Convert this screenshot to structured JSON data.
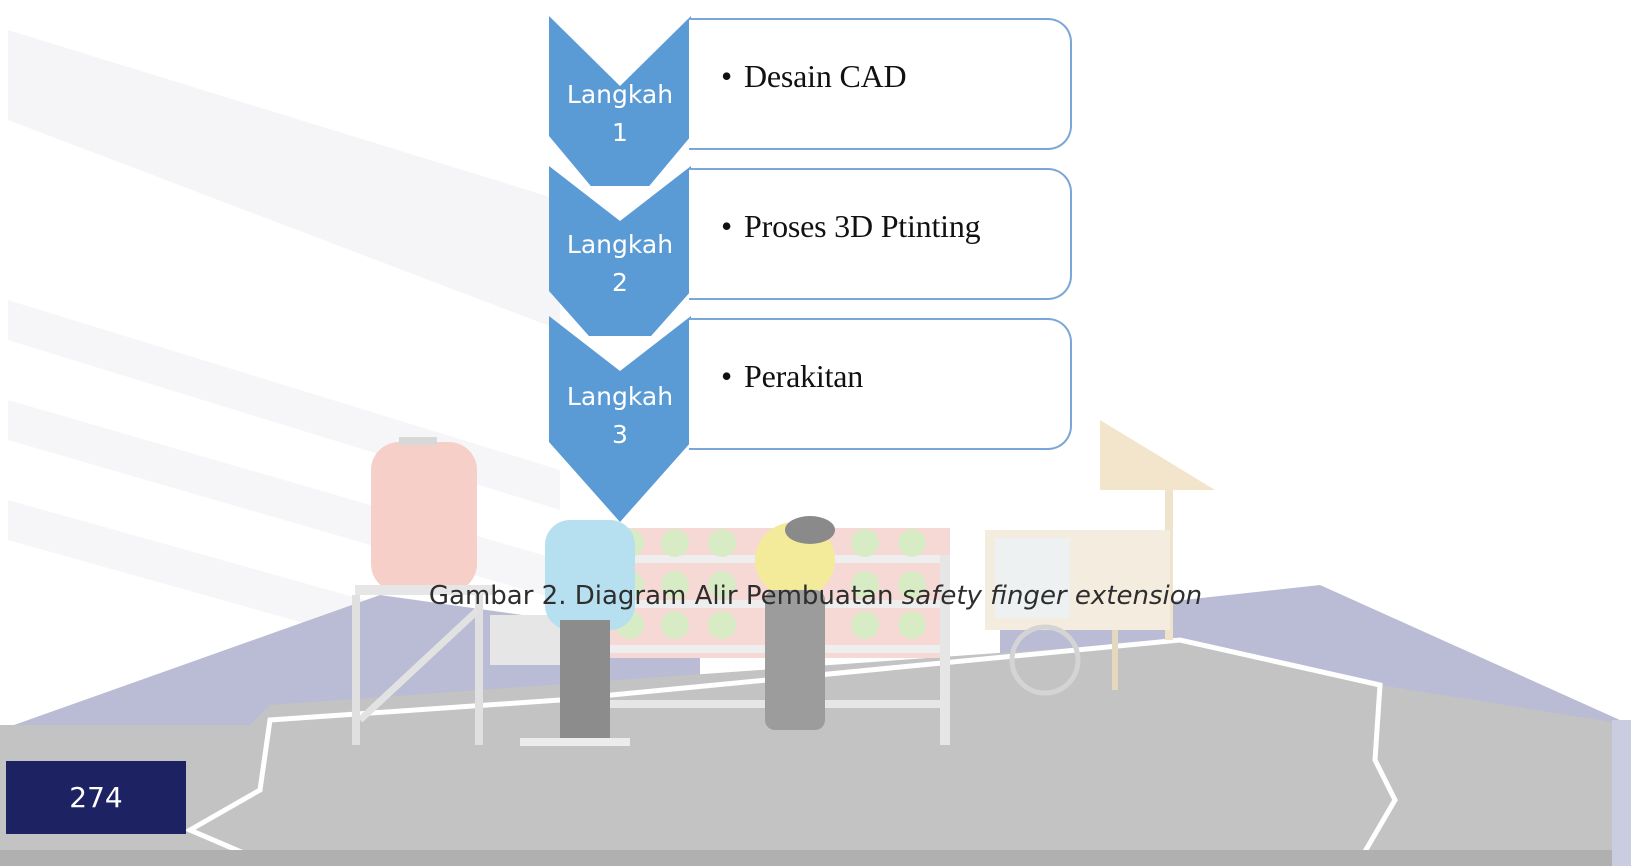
{
  "figure": {
    "steps": [
      {
        "label_word": "Langkah",
        "label_number": "1",
        "text": "Desain CAD"
      },
      {
        "label_word": "Langkah",
        "label_number": "2",
        "text": "Proses 3D Ptinting"
      },
      {
        "label_word": "Langkah",
        "label_number": "3",
        "text": "Perakitan"
      }
    ],
    "bullet": "•",
    "caption_prefix": "Gambar 2. Diagram Alir Pembuatan ",
    "caption_italic": "safety finger extension"
  },
  "page_number": "274",
  "colors": {
    "chevron": "#5b9bd5",
    "box_border": "#7aa6d8",
    "page_number_bg": "#1d2262",
    "ground": "#c3c3c3",
    "hills": "#b9bcd4"
  }
}
